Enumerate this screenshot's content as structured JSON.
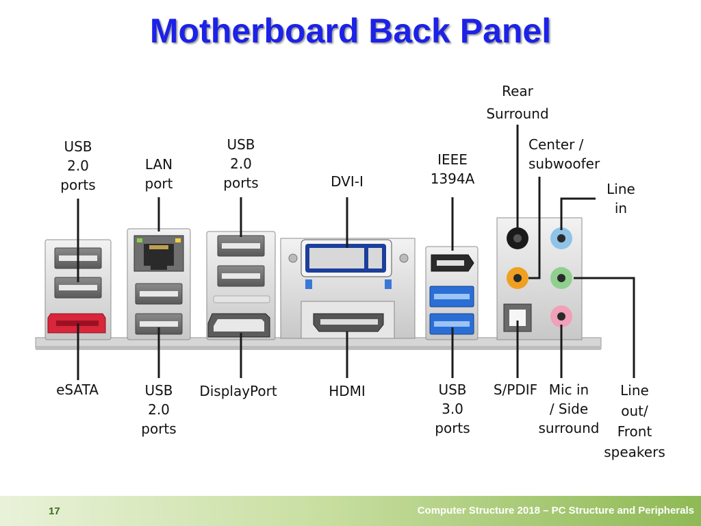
{
  "title": "Motherboard Back Panel",
  "labels": {
    "usb_left_top": [
      "USB",
      "2.0",
      "ports"
    ],
    "lan": [
      "LAN",
      "port"
    ],
    "usb_mid_top": [
      "USB",
      "2.0",
      "ports"
    ],
    "dvi": [
      "DVI-I"
    ],
    "ieee": [
      "IEEE",
      "1394A"
    ],
    "rear_surround": [
      "Rear",
      "Surround"
    ],
    "center_sub": [
      "Center /",
      "subwoofer"
    ],
    "line_in": [
      "Line",
      "in"
    ],
    "esata": [
      "eSATA"
    ],
    "usb_bottom": [
      "USB",
      "2.0",
      "ports"
    ],
    "displayport": [
      "DisplayPort"
    ],
    "hdmi": [
      "HDMI"
    ],
    "usb3": [
      "USB",
      "3.0",
      "ports"
    ],
    "spdif": [
      "S/PDIF"
    ],
    "mic_in": [
      "Mic in",
      "/ Side",
      "surround"
    ],
    "line_out": [
      "Line",
      "out/",
      "Front",
      "speakers"
    ]
  },
  "footer": {
    "slide_number": "17",
    "text": "Computer Structure 2018 – PC Structure and Peripherals"
  },
  "colors": {
    "title": "#1c22e6",
    "esata": "#d8263a",
    "usb3": "#2b6fd6",
    "jack_black": "#1a1a1a",
    "jack_orange": "#f0a020",
    "jack_blue": "#8fc3e8",
    "jack_green": "#8fd08f",
    "jack_pink": "#f0a0b8",
    "footer_gradient_end": "#8fb955"
  }
}
